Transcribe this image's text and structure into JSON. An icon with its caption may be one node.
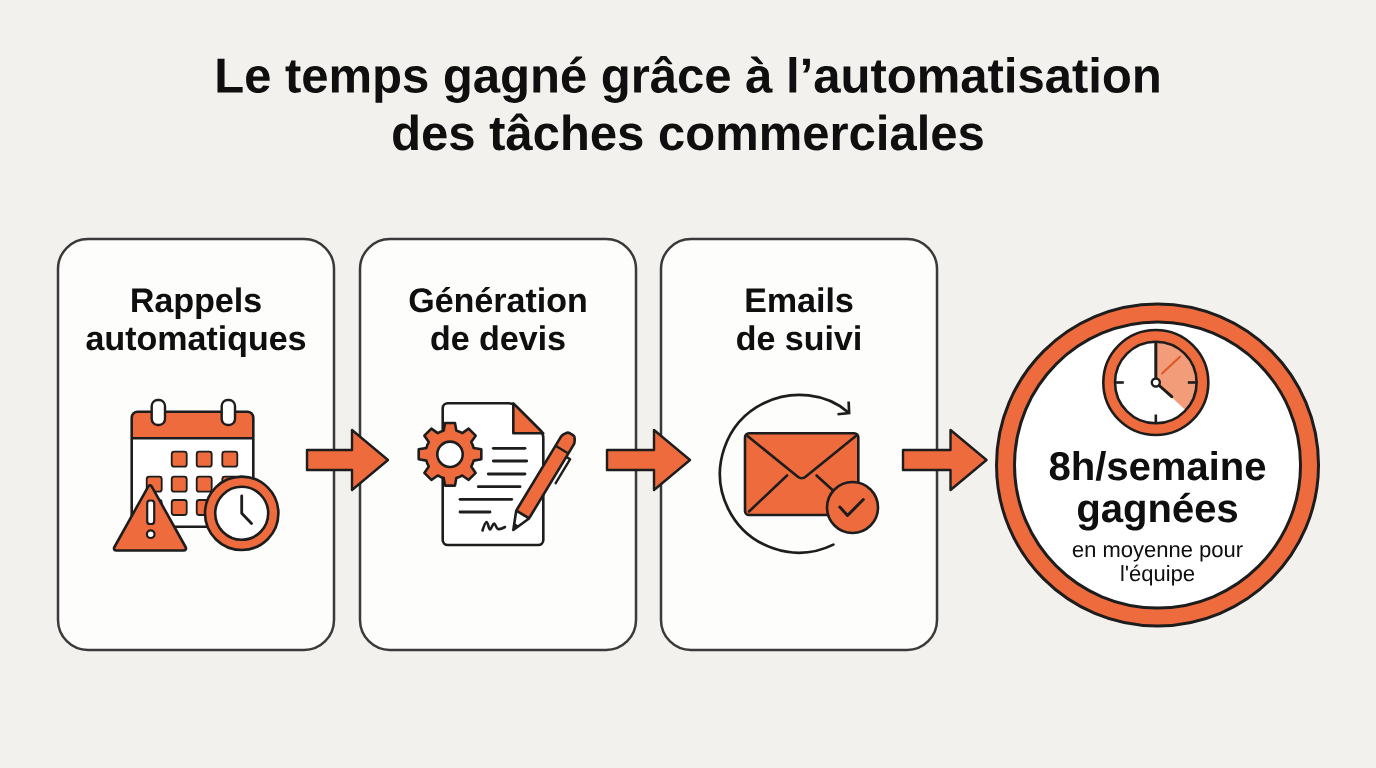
{
  "diagram": {
    "title": "Le temps gagné grâce à l’automatisation des tâches commerciales",
    "nodes": [
      {
        "text": [
          "Rappels automatiques"
        ]
      },
      {
        "text": [
          "Génération de devis"
        ]
      },
      {
        "text": [
          "Emails de suivi"
        ]
      },
      {
        "text": [
          "8h/semaine gagnées",
          "en moyenne pour l'équipe"
        ]
      }
    ],
    "edges": [
      {
        "from": 0,
        "to": 1,
        "arrow": "to"
      },
      {
        "from": 1,
        "to": 2,
        "arrow": "to"
      },
      {
        "from": 2,
        "to": 3,
        "arrow": "to"
      }
    ]
  }
}
